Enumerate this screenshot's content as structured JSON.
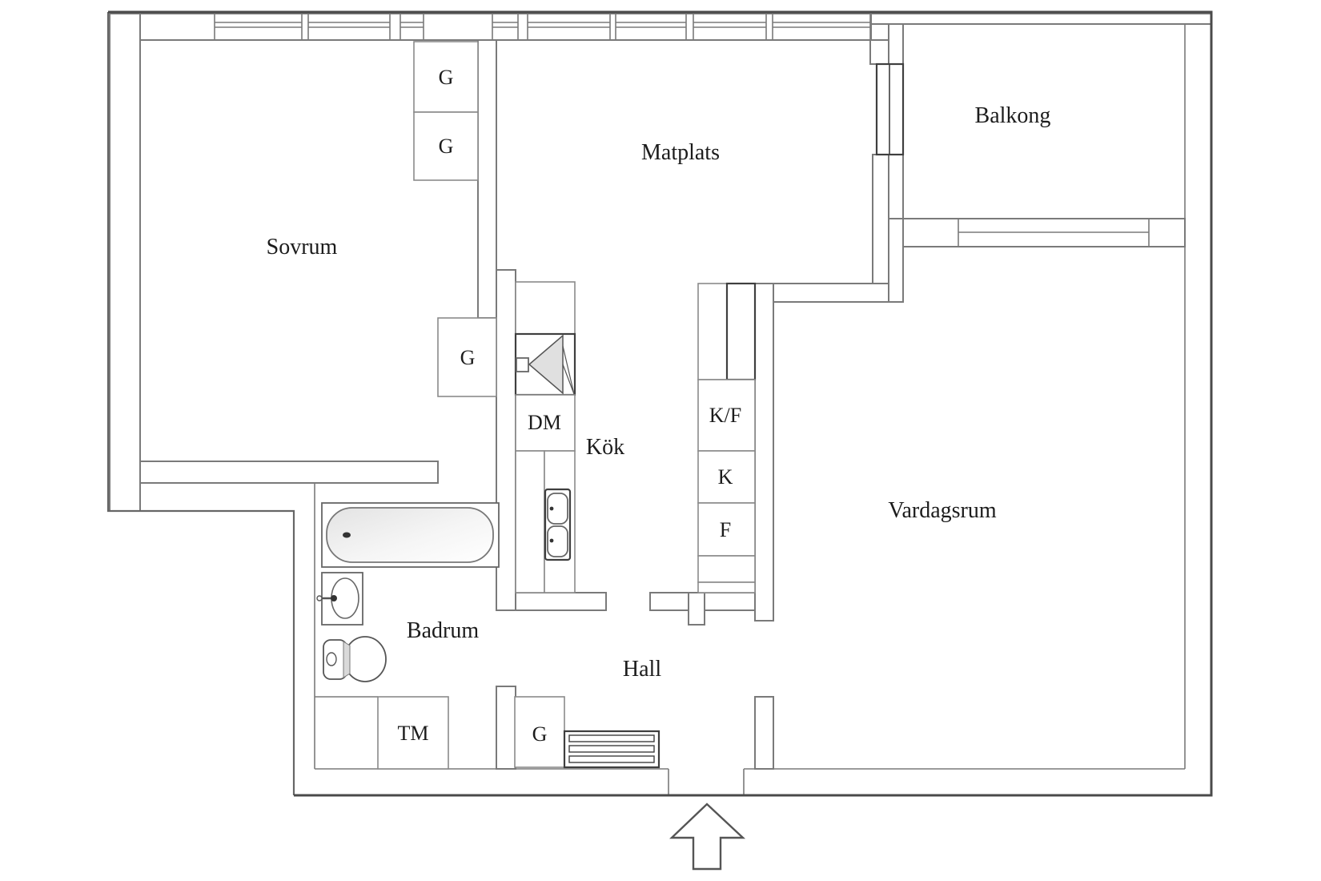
{
  "title": "Apartment floor plan (Swedish)",
  "labels": {
    "sovrum": "Sovrum",
    "matplats": "Matplats",
    "balkong": "Balkong",
    "vardagsrum": "Vardagsrum",
    "kok": "Kök",
    "badrum": "Badrum",
    "hall": "Hall",
    "wardrobe": "G",
    "dishwasher": "DM",
    "fridge_freezer": "K/F",
    "fridge": "K",
    "freezer": "F",
    "washing_machine": "TM"
  },
  "icons": {
    "entrance_arrow": "up-arrow",
    "bathtub": "bathtub-top-view",
    "washbasin": "oval-basin",
    "toilet": "toilet-top-view",
    "kitchen_sink": "double-basin-sink",
    "stove": "stove-fan-symbol",
    "windows": "double-line-window",
    "hall_rack": "slatted-bench"
  },
  "colors": {
    "background": "#ffffff",
    "outer_line": "#4a4a4a",
    "wall_line": "#7a7a7a",
    "cabinet_line": "#8a8a8a",
    "bold_line": "#3f3f3f",
    "fixture_fill": "#e7e7e7",
    "text": "#1c1c1c"
  }
}
